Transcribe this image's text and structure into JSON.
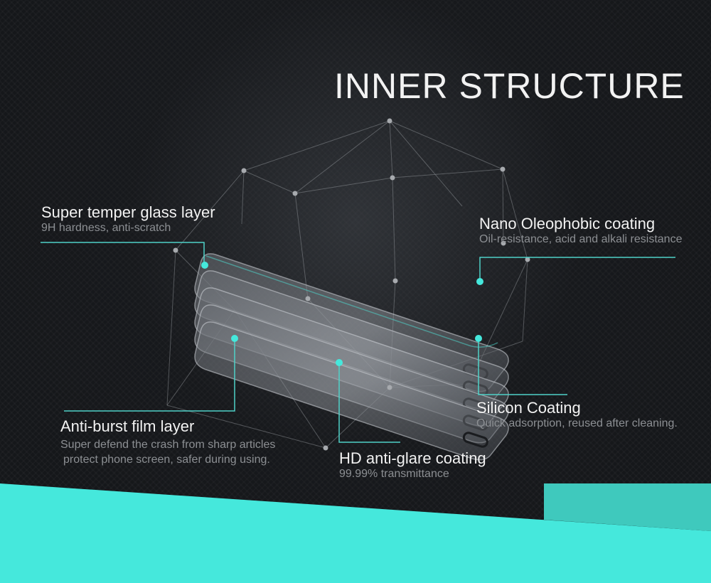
{
  "title": "INNER STRUCTURE",
  "layers": [
    {
      "id": "super-temper-glass",
      "label": "Super temper glass layer",
      "description": "9H hardness, anti-scratch"
    },
    {
      "id": "nano-oleophobic",
      "label": "Nano Oleophobic coating",
      "description": "Oil-resistance, acid and alkali resistance"
    },
    {
      "id": "silicon-coating",
      "label": "Silicon Coating",
      "description": "Quick adsorption, reused after cleaning."
    },
    {
      "id": "anti-burst-film",
      "label": "Anti-burst film layer",
      "description_lines": [
        "Super defend the crash from sharp articles",
        "protect phone screen, safer during using."
      ]
    },
    {
      "id": "hd-anti-glare",
      "label": "HD anti-glare coating",
      "description": "99.99% transmittance"
    }
  ],
  "colors": {
    "background": "#15171a",
    "accent": "#45e8dc",
    "callout_line": "#4fd1c8",
    "text": "#f2f2f2",
    "subtext": "#8c8f93",
    "polygon_line": "#9a9da2"
  }
}
